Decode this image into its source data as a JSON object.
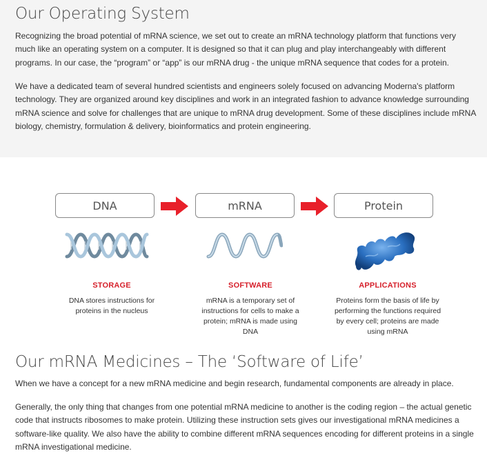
{
  "section1": {
    "title": "Our Operating System",
    "para1": "Recognizing the broad potential of mRNA science, we set out to create an mRNA technology platform that functions very much like an operating system on a computer. It is designed so that it can plug and play interchangeably with different programs. In our case, the “program” or “app” is our mRNA drug - the unique mRNA sequence that codes for a protein.",
    "para2": "We have a dedicated team of several hundred scientists and engineers solely focused on advancing Moderna's platform technology. They are organized around key disciplines and work in an integrated fashion to advance knowledge surrounding mRNA science and solve for challenges that are unique to mRNA drug development. Some of these disciplines include mRNA biology, chemistry, formulation & delivery, bioinformatics and protein engineering."
  },
  "diagram": {
    "steps": [
      {
        "box": "DNA",
        "heading": "STORAGE",
        "desc": "DNA stores instructions for proteins in the nucleus"
      },
      {
        "box": "mRNA",
        "heading": "SOFTWARE",
        "desc": "mRNA is a temporary set of instructions for cells to make a protein; mRNA is made using DNA"
      },
      {
        "box": "Protein",
        "heading": "APPLICATIONS",
        "desc": "Proteins form the basis of life by performing the functions required by every cell; proteins are made using mRNA"
      }
    ],
    "colors": {
      "arrow": "#e8202a",
      "heading": "#d6202b",
      "protein": "#2a6fc0"
    }
  },
  "section2": {
    "title": "Our mRNA Medicines – The ‘Software of Life’",
    "para1": "When we have a concept for a new mRNA medicine and begin research, fundamental components are already in place.",
    "para2": "Generally, the only thing that changes from one potential mRNA medicine to another is the coding region – the actual genetic code that instructs ribosomes to make protein. Utilizing these instruction sets gives our investigational mRNA medicines a software-like quality. We also have the ability to combine different mRNA sequences encoding for different proteins in a single mRNA investigational medicine."
  }
}
